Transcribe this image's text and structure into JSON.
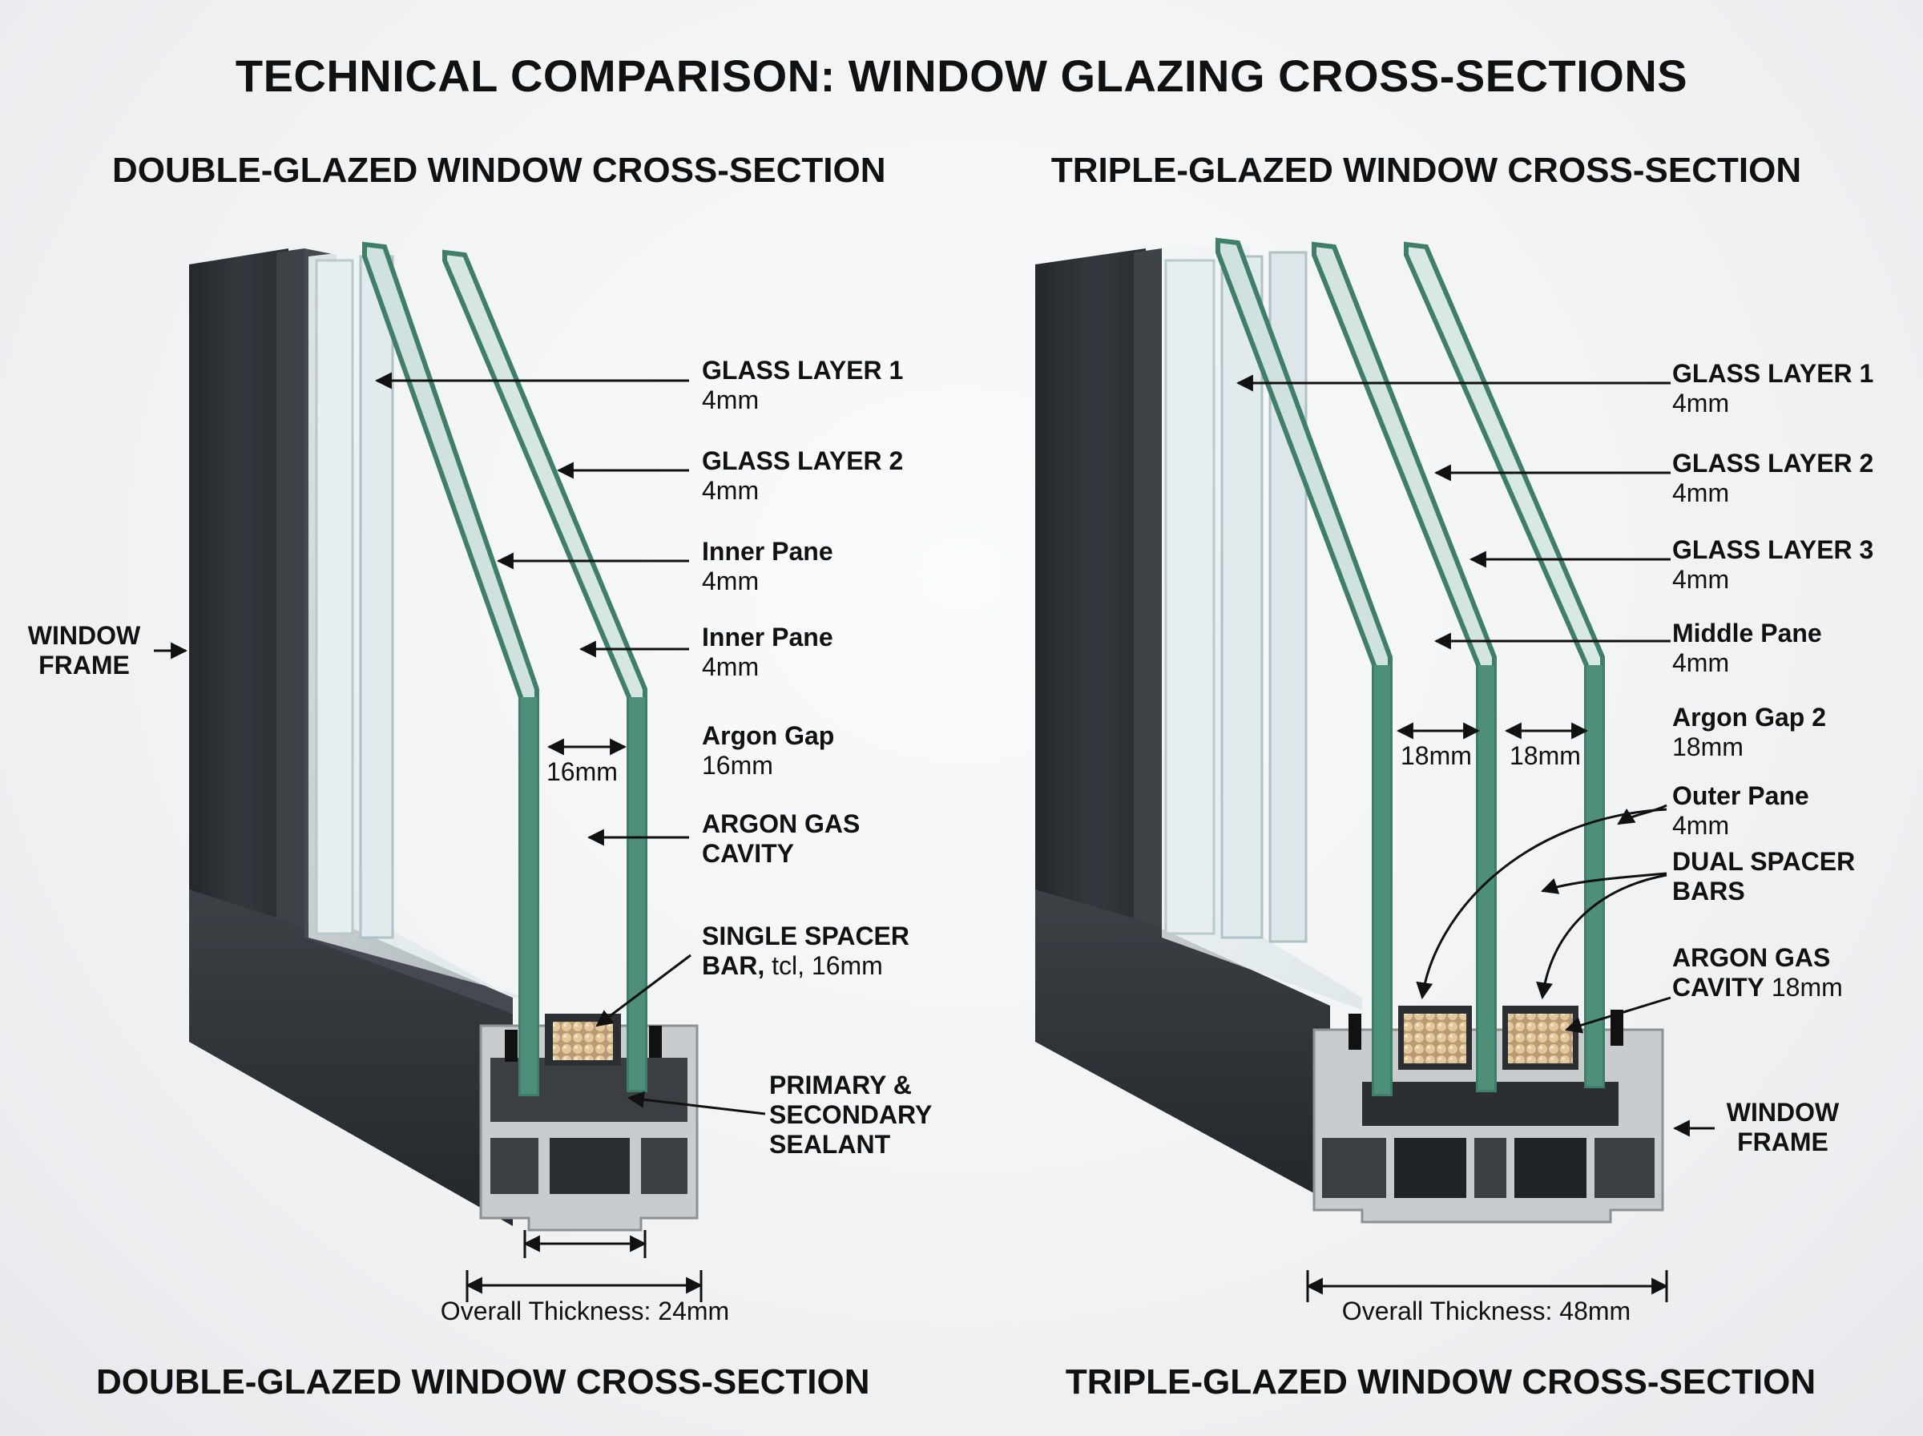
{
  "title": "TECHNICAL COMPARISON: WINDOW GLAZING CROSS-SECTIONS",
  "double": {
    "heading_top": "DOUBLE-GLAZED WINDOW CROSS-SECTION",
    "heading_bottom": "DOUBLE-GLAZED WINDOW CROSS-SECTION",
    "frame_label": [
      "WINDOW",
      "FRAME"
    ],
    "labels": [
      {
        "name": "GLASS LAYER 1",
        "sub": "4mm"
      },
      {
        "name": "GLASS LAYER 2",
        "sub": "4mm"
      },
      {
        "name": "Inner Pane",
        "sub": "4mm"
      },
      {
        "name": "Inner Pane",
        "sub": "4mm"
      },
      {
        "name": "Argon Gap",
        "sub": "16mm"
      },
      {
        "name": "ARGON GAS",
        "sub": "CAVITY"
      },
      {
        "name": "SINGLE SPACER",
        "line2_bold": "BAR,",
        "line2_rest": " tcl, 16mm"
      },
      {
        "name": "PRIMARY &",
        "line2": "SECONDARY",
        "line3": "SEALANT"
      }
    ],
    "gap_dim": "16mm",
    "overall": "Overall Thickness: 24mm"
  },
  "triple": {
    "heading_top": "TRIPLE-GLAZED WINDOW CROSS-SECTION",
    "heading_bottom": "TRIPLE-GLAZED WINDOW CROSS-SECTION",
    "frame_label": [
      "WINDOW",
      "FRAME"
    ],
    "labels": [
      {
        "name": "GLASS LAYER 1",
        "sub": "4mm"
      },
      {
        "name": "GLASS LAYER 2",
        "sub": "4mm"
      },
      {
        "name": "GLASS LAYER 3",
        "sub": "4mm"
      },
      {
        "name": "Middle Pane",
        "sub": "4mm"
      },
      {
        "name": "Argon Gap 2",
        "sub": "18mm"
      },
      {
        "name": "Outer Pane",
        "sub": "4mm"
      },
      {
        "name": "DUAL SPACER",
        "sub": "BARS"
      },
      {
        "name": "ARGON GAS",
        "line2_bold": "CAVITY",
        "line2_rest": " 18mm"
      }
    ],
    "gap_dims": [
      "18mm",
      "18mm"
    ],
    "overall": "Overall Thickness: 48mm"
  },
  "colors": {
    "frame": "#2b2f33",
    "frame_light": "#3a3f44",
    "glass_edge": "#3f7f6a",
    "glass_fill": "#dfe9ec",
    "aluminium": "#c9ccce",
    "desiccant": "#d9b98a"
  }
}
